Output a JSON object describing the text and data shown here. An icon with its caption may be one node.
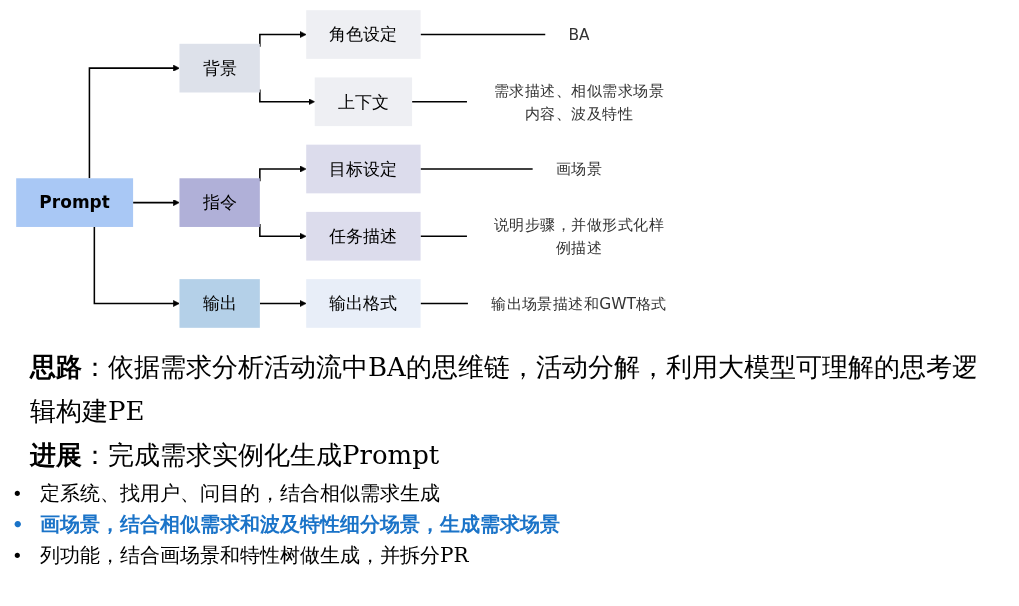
{
  "diagram": {
    "nodes": [
      {
        "text": [
          "Prompt"
        ]
      },
      {
        "text": [
          "背景"
        ]
      },
      {
        "text": [
          "指令"
        ]
      },
      {
        "text": [
          "输出"
        ]
      },
      {
        "text": [
          "角色设定"
        ]
      },
      {
        "text": [
          "上下文"
        ]
      },
      {
        "text": [
          "目标设定"
        ]
      },
      {
        "text": [
          "任务描述"
        ]
      },
      {
        "text": [
          "输出格式"
        ]
      },
      {
        "text": [
          "BA"
        ]
      },
      {
        "text": [
          "需求描述、相似需求场景内容、波及特性"
        ]
      },
      {
        "text": [
          "画场景"
        ]
      },
      {
        "text": [
          "说明步骤，并做形式化样例描述"
        ]
      },
      {
        "text": [
          "输出场景描述和GWT格式"
        ]
      }
    ],
    "edges": [
      {
        "from": 0,
        "to": 1,
        "arrow": "to"
      },
      {
        "from": 0,
        "to": 2,
        "arrow": "to"
      },
      {
        "from": 0,
        "to": 3,
        "arrow": "to"
      },
      {
        "from": 1,
        "to": 4,
        "arrow": "to"
      },
      {
        "from": 1,
        "to": 5,
        "arrow": "to"
      },
      {
        "from": 2,
        "to": 6,
        "arrow": "to"
      },
      {
        "from": 2,
        "to": 7,
        "arrow": "to"
      },
      {
        "from": 3,
        "to": 8,
        "arrow": "to"
      },
      {
        "from": 4,
        "to": 9,
        "arrow": "none"
      },
      {
        "from": 5,
        "to": 10,
        "arrow": "none"
      },
      {
        "from": 6,
        "to": 11,
        "arrow": "none"
      },
      {
        "from": 7,
        "to": 12,
        "arrow": "none"
      },
      {
        "from": 8,
        "to": 13,
        "arrow": "none"
      }
    ],
    "labels": [
      "**思路**：依据需求分析活动流中BA的思维链，活动分解，利用大模型可理解的思考逻辑构建PE",
      "**进展**：完成需求实例化生成Prompt",
      "•",
      "定系统、找用户、问目的，结合相似需求生成",
      "•",
      "画场景，结合相似需求和波及特性细分场景，生成需求场景",
      "•",
      "列功能，结合画场景和特性树做生成，并拆分PR"
    ]
  }
}
